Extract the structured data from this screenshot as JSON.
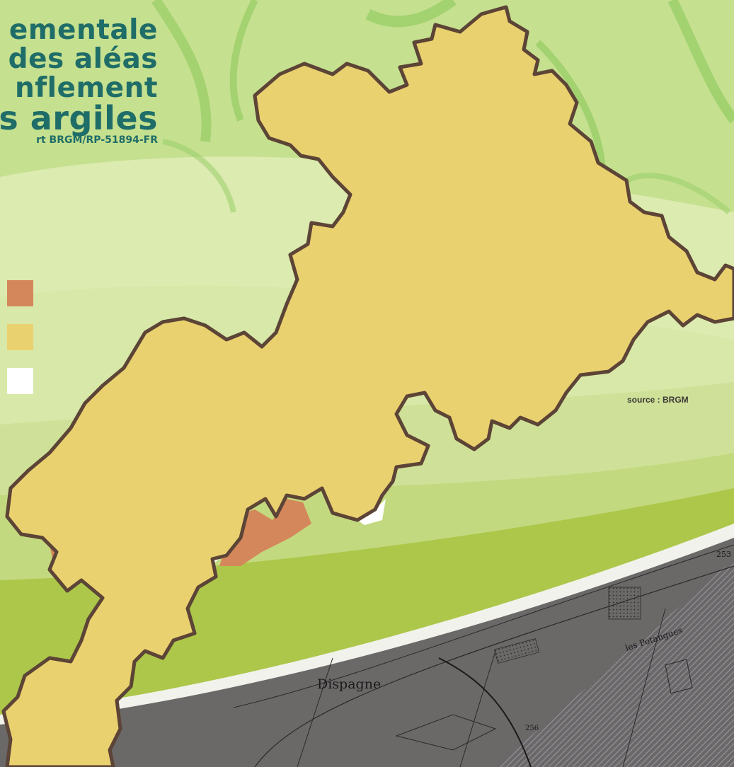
{
  "title": {
    "lines": [
      "ementale",
      "des aléas",
      "nflement",
      "es argiles"
    ],
    "reference": "rt BRGM/RP-51894-FR"
  },
  "legend": {
    "swatches": [
      {
        "color": "#d4875a"
      },
      {
        "color": "#ead16f"
      },
      {
        "color": "#ffffff"
      }
    ]
  },
  "source": "source : BRGM",
  "cadastre": {
    "places": [
      {
        "name": "Dispagne"
      },
      {
        "name": "les Potangues"
      },
      {
        "name": "253"
      },
      {
        "name": "256"
      }
    ]
  },
  "colors": {
    "alea_fort": "#d4875a",
    "alea_moyen": "#ead16f",
    "alea_faible": "#ffffff",
    "background_green": "#c9e29a",
    "title_teal": "#1f6d68",
    "border_brown": "#5c4436",
    "cadastre_gray": "#6b6868"
  }
}
